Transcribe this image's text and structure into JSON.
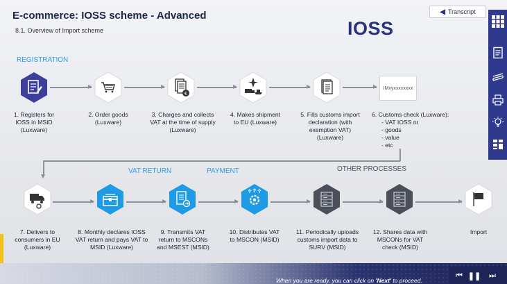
{
  "header": {
    "title": "E-commerce: IOSS scheme - Advanced",
    "subtitle": "8.1. Overview of Import scheme",
    "ioss": "IOSS",
    "transcript_label": "Transcript"
  },
  "sections": {
    "registration": "REGISTRATION",
    "vat_return": "VAT RETURN",
    "payment": "PAYMENT",
    "other_processes": "OTHER PROCESSES"
  },
  "steps": [
    {
      "label": "1. Registers for IOSS in MSID (Luxware)",
      "lines": [
        "1. Registers for",
        "IOSS in MSID",
        "(Luxware)"
      ],
      "icon": "register-form-icon",
      "style": "purple"
    },
    {
      "label": "2. Order goods (Luxware)",
      "lines": [
        "2. Order goods",
        "(Luxware)"
      ],
      "icon": "shopping-cart-icon",
      "style": "white"
    },
    {
      "label": "3. Charges and collects VAT at the time of supply (Luxware)",
      "lines": [
        "3. Charges and collects",
        "VAT at the time of supply",
        "(Luxware)"
      ],
      "icon": "invoice-money-icon",
      "style": "white"
    },
    {
      "label": "4. Makes shipment to EU (Luxware)",
      "lines": [
        "4. Makes shipment",
        "to EU (Luxware)"
      ],
      "icon": "shipment-transport-icon",
      "style": "white"
    },
    {
      "label": "5. Fills customs import declaration (with exemption VAT) (Luxware)",
      "lines": [
        "5. Fills customs import",
        "declaration (with",
        "exemption VAT)",
        "(Luxware)"
      ],
      "icon": "document-icon",
      "style": "white"
    },
    {
      "label": "7. Delivers to consumers in EU (Luxware)",
      "lines": [
        "7. Delivers to",
        "consumers in EU",
        "(Luxware)"
      ],
      "icon": "delivery-truck-icon",
      "style": "white"
    },
    {
      "label": "8. Monthly declares IOSS VAT return and pays VAT to MSID (Luxware)",
      "lines": [
        "8. Monthly declares IOSS",
        "VAT return and pays VAT to",
        "MSID (Luxware)"
      ],
      "icon": "treasure-chest-icon",
      "style": "blue"
    },
    {
      "label": "9. Transmits VAT return to MSCONs and MSEST (MSID)",
      "lines": [
        "9. Transmits VAT",
        "return to MSCONs",
        "and MSEST (MSID)"
      ],
      "icon": "document-transfer-icon",
      "style": "blue"
    },
    {
      "label": "10. Distributes VAT to MSCON (MSID)",
      "lines": [
        "10. Distributes VAT",
        "to MSCON (MSID)"
      ],
      "icon": "distribution-gear-icon",
      "style": "blue"
    },
    {
      "label": "11. Periodically uploads customs import data to SURV (MSID)",
      "lines": [
        "11. Periodically uploads",
        "customs import data to",
        "SURV (MSID)"
      ],
      "icon": "server-icon",
      "style": "gray"
    },
    {
      "label": "12. Shares data with MSCONs for VAT check (MSID)",
      "lines": [
        "12. Shares data with",
        "MSCONs for VAT",
        "check (MSID)"
      ],
      "icon": "server-icon",
      "style": "gray"
    },
    {
      "label": "Import",
      "lines": [
        "Import"
      ],
      "icon": "flag-icon",
      "style": "white"
    }
  ],
  "customs_check": {
    "tag": "IMxyxxxxxxxx",
    "title": "6. Customs check (Luxware):",
    "items": [
      "- VAT IOSS nr",
      "- goods",
      "- value",
      "- etc"
    ]
  },
  "footer": {
    "hint_before": "When you are ready, you can click on ",
    "hint_bold": "'Next'",
    "hint_after": " to proceed."
  },
  "rail_icons": [
    "menu-grid-icon",
    "notes-icon",
    "books-icon",
    "print-icon",
    "lightbulb-icon",
    "glossary-icon"
  ],
  "colors": {
    "purple": "#3d3f9c",
    "blue": "#1e9be4",
    "gray": "#4b4f59",
    "rail": "#2f3a8f"
  }
}
